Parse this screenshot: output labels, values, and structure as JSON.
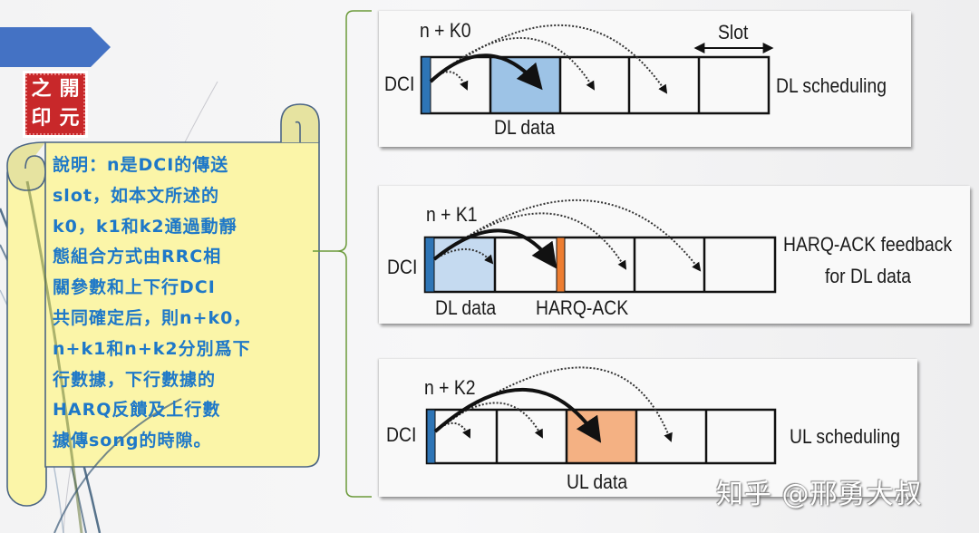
{
  "seal": {
    "chars": [
      "之",
      "開",
      "印",
      "元"
    ],
    "color": "#c8282a"
  },
  "header_arrow": {
    "color": "#4472c4"
  },
  "note": {
    "lines": [
      "說明：n是DCI的傳送",
      "slot，如本文所述的",
      "k0，k1和k2通過動靜",
      "態組合方式由RRC相",
      "關參數和上下行DCI",
      "共同確定后，則n+k0，",
      "n+k1和n+k2分別爲下",
      "行數據，下行數據的",
      "HARQ反饋及上行數",
      "據傳song的時隙。"
    ],
    "text_color": "#1e78c8",
    "scroll_color": "#fbf5a8"
  },
  "panels": [
    {
      "offset_label": "n + K0",
      "dci_label": "DCI",
      "slot_label": "Slot",
      "data_label": "DL data",
      "side_label": [
        "DL scheduling"
      ],
      "highlight_color": "#9dc3e6"
    },
    {
      "offset_label": "n + K1",
      "dci_label": "DCI",
      "data_label": "DL data",
      "ack_label": "HARQ-ACK",
      "side_label": [
        "HARQ-ACK feedback",
        "for DL data"
      ],
      "highlight_color": "#c5daf0",
      "ack_color": "#ed7d31"
    },
    {
      "offset_label": "n + K2",
      "dci_label": "DCI",
      "data_label": "UL data",
      "side_label": [
        "UL scheduling"
      ],
      "highlight_color": "#f4b183"
    }
  ],
  "dci_color": "#2e75b6",
  "watermark": "知乎 @邢勇大叔"
}
